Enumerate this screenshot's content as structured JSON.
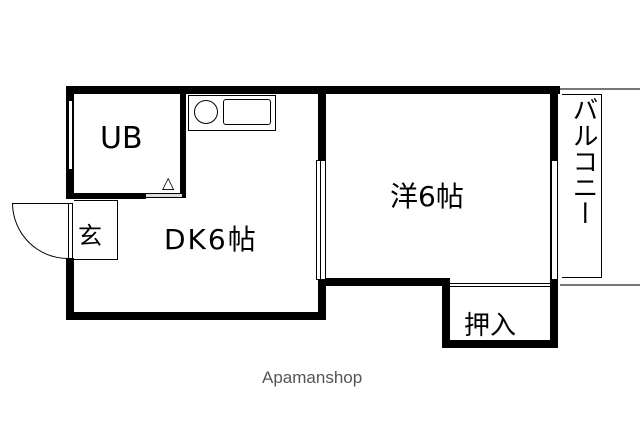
{
  "floorplan": {
    "rooms": {
      "unit_bath": {
        "label": "UB"
      },
      "entrance": {
        "label": "玄"
      },
      "dining_kitchen": {
        "label": "DK6帖"
      },
      "western_room": {
        "label": "洋6帖"
      },
      "closet": {
        "label": "押入"
      },
      "balcony": {
        "label": "バルコニー"
      }
    },
    "watermark": "Apamanshop",
    "colors": {
      "wall": "#000000",
      "background": "#ffffff",
      "watermark": "#555555"
    }
  }
}
